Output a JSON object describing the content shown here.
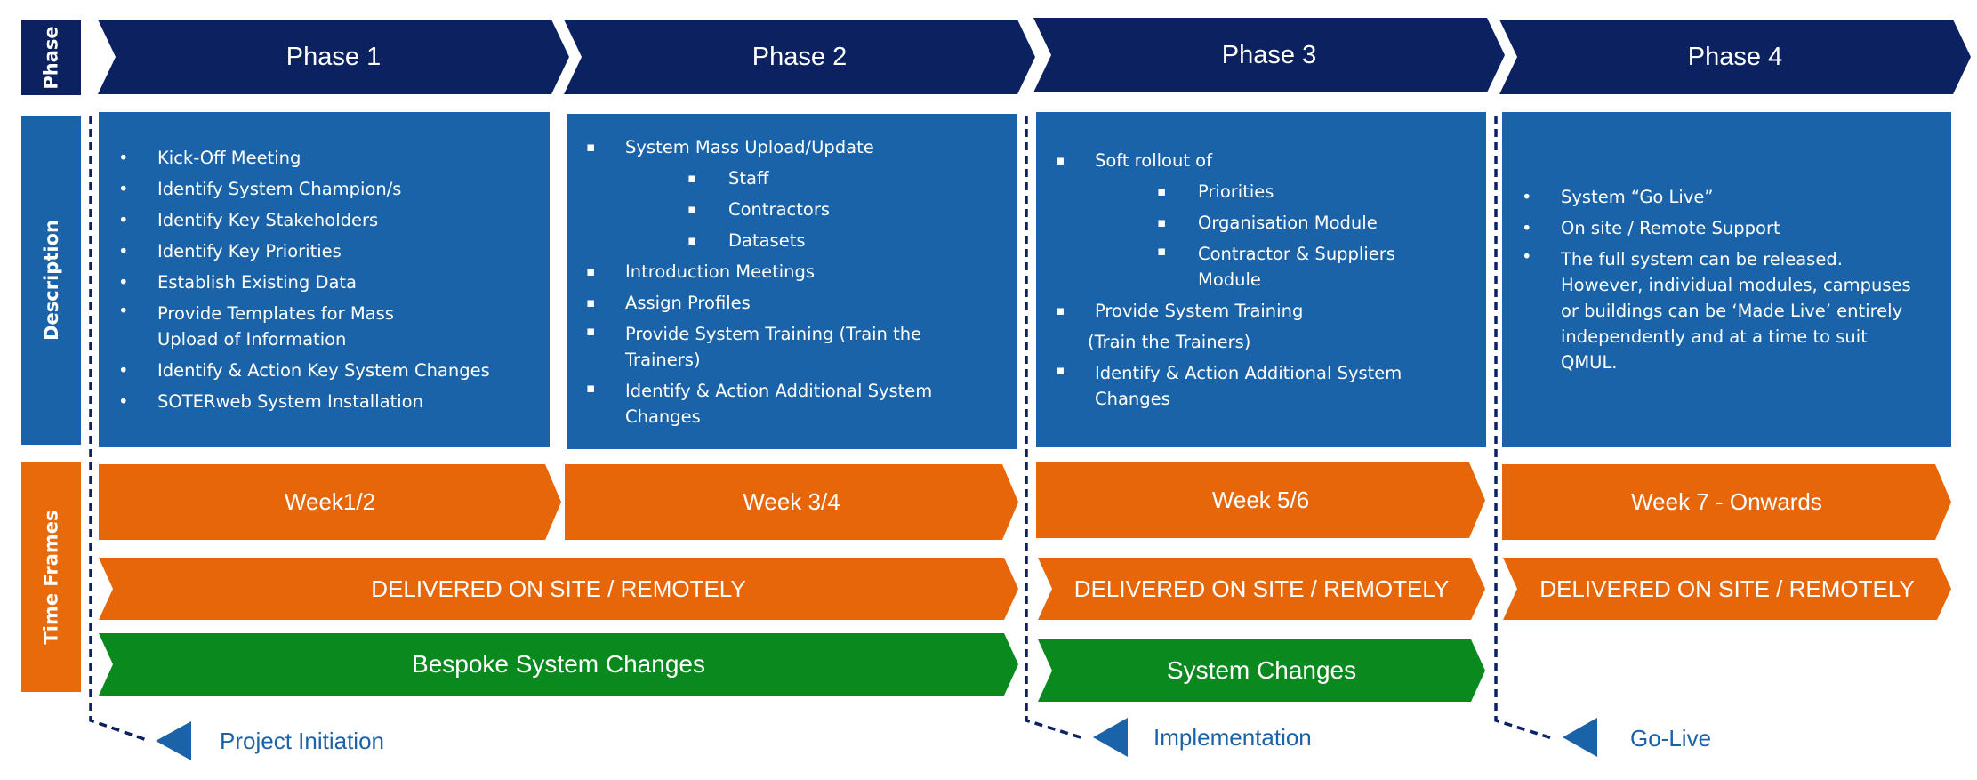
{
  "side_labels": {
    "phase": "Phase",
    "description": "Description",
    "time_frames": "Time Frames"
  },
  "phases": [
    "Phase 1",
    "Phase 2",
    "Phase 3",
    "Phase 4"
  ],
  "descriptions": {
    "phase1": [
      "Kick-Off Meeting",
      "Identify System Champion/s",
      "Identify Key Stakeholders",
      "Identify Key Priorities",
      "Establish Existing Data",
      "Provide Templates for Mass Upload of Information",
      "Identify & Action Key System Changes",
      "SOTERweb System Installation"
    ],
    "phase2": {
      "item1": "System Mass Upload/Update",
      "sub": [
        "Staff",
        "Contractors",
        "Datasets"
      ],
      "rest": [
        "Introduction Meetings",
        "Assign Profiles",
        "Provide System Training (Train the Trainers)",
        "Identify & Action Additional System Changes"
      ]
    },
    "phase3": {
      "item1": "Soft rollout of",
      "sub": [
        "Priorities",
        "Organisation Module",
        "Contractor & Suppliers Module"
      ],
      "item2": "Provide System Training",
      "item2_cont": "(Train the Trainers)",
      "item3": "Identify & Action Additional System Changes"
    },
    "phase4": [
      "System “Go Live”",
      "On site / Remote Support",
      "The full system can be released. However, individual modules, campuses or buildings can be ‘Made Live’ entirely independently and at a time to suit QMUL."
    ]
  },
  "weeks": [
    "Week1/2",
    "Week 3/4",
    "Week 5/6",
    "Week 7 - Onwards"
  ],
  "delivery": {
    "span12": "DELIVERED ON SITE / REMOTELY",
    "phase3": "DELIVERED ON SITE / REMOTELY",
    "phase4": "DELIVERED ON SITE / REMOTELY"
  },
  "changes": {
    "span12": "Bespoke System Changes",
    "phase3": "System Changes"
  },
  "stages": [
    "Project Initiation",
    "Implementation",
    "Go-Live"
  ],
  "colors": {
    "navy": "#0b2160",
    "blue": "#1a63a8",
    "orange": "#e66609",
    "green": "#0a8a1e"
  }
}
